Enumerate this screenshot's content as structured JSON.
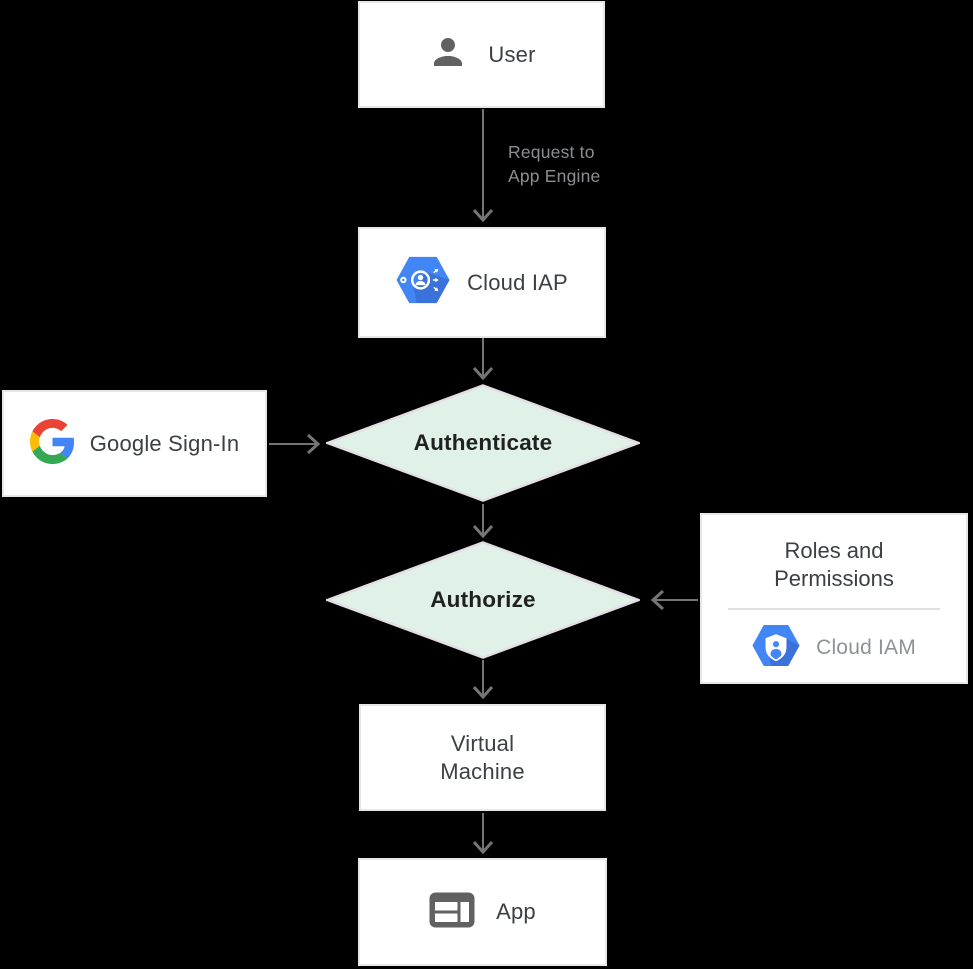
{
  "nodes": {
    "user": {
      "label": "User",
      "icon": "person-icon"
    },
    "cloud_iap": {
      "label": "Cloud IAP",
      "icon": "cloud-iap-hexagon-icon"
    },
    "authenticate": {
      "label": "Authenticate"
    },
    "google_signin": {
      "label": "Google Sign-In",
      "icon": "google-g-icon"
    },
    "authorize": {
      "label": "Authorize"
    },
    "roles_permissions": {
      "title_lines": [
        "Roles and",
        "Permissions"
      ],
      "product_label": "Cloud IAM",
      "icon": "cloud-iam-hexagon-icon"
    },
    "virtual_machine": {
      "label_lines": [
        "Virtual",
        "Machine"
      ]
    },
    "app": {
      "label": "App",
      "icon": "app-window-icon"
    }
  },
  "edges": {
    "user_to_cloud_iap": {
      "label_lines": [
        "Request to",
        "App Engine"
      ],
      "direction": "down"
    },
    "cloud_iap_to_authenticate": {
      "direction": "down"
    },
    "google_signin_to_authenticate": {
      "direction": "right"
    },
    "authenticate_to_authorize": {
      "direction": "down"
    },
    "roles_permissions_to_authorize": {
      "direction": "left"
    },
    "authorize_to_virtual_machine": {
      "direction": "down"
    },
    "virtual_machine_to_app": {
      "direction": "down"
    }
  },
  "colors": {
    "background": "#000000",
    "node_fill": "#ffffff",
    "node_border": "#e7e7e7",
    "node_text": "#3c4043",
    "decision_fill": "#e0f1e8",
    "decision_border": "#e4dee4",
    "decision_text": "#212121",
    "arrow": "#757575",
    "edge_label_text": "#8b8f93",
    "muted_text": "#8e9297",
    "icon_gray": "#616161",
    "gcp_blue": "#4285f4",
    "gcp_blue_shadow": "#3a71da",
    "google_red": "#ea4335",
    "google_yellow": "#fbbc05",
    "google_green": "#34a853",
    "google_blue": "#4285f4"
  }
}
